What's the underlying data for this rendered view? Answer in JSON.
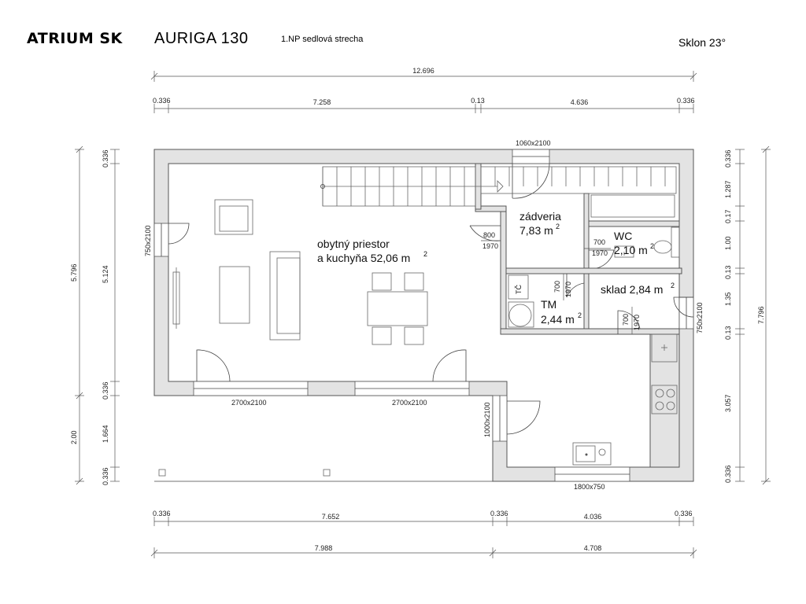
{
  "header": {
    "brand": "ATRIUM SK",
    "model": "AURIGA 130",
    "subtitle": "1.NP sedlová strecha",
    "slope": "Sklon 23°"
  },
  "rooms": {
    "living_name": "obytný priestor",
    "living_area": "a kuchyňa 52,06 m",
    "entry_name": "zádveria",
    "entry_area": "7,83 m",
    "wc_name": "WC",
    "wc_area": "2,10 m",
    "storage": "sklad 2,84 m",
    "tech_name": "TM",
    "tech_area": "2,44 m",
    "tech_label": "TČ",
    "sup": "2"
  },
  "openings": {
    "entry_window": "1060x2100",
    "left_window": "750x2100",
    "right_window": "750x2100",
    "glazing_left": "2700x2100",
    "glazing_right": "2700x2100",
    "kitchen_door": "1000x2100",
    "kitchen_window": "1800x750",
    "door_entry_w": "800",
    "door_entry_h": "1970",
    "door_wc_w": "700",
    "door_wc_h": "1970",
    "door_tm_w": "700",
    "door_tm_h": "1970",
    "door_sklad_w": "700",
    "door_sklad_h": "1970"
  },
  "dimensions": {
    "top_total": "12.696",
    "top_parts": [
      "0.336",
      "7.258",
      "0.13",
      "4.636",
      "0.336"
    ],
    "bottom_parts": [
      "0.336",
      "7.652",
      "0.336",
      "4.036",
      "0.336"
    ],
    "bottom_totals": [
      "7.988",
      "4.708"
    ],
    "left_outer": [
      "5.796",
      "2.00"
    ],
    "left_inner": [
      "0.336",
      "5.124",
      "0.336",
      "1.664",
      "0.336"
    ],
    "right_parts": [
      "0.336",
      "1.287",
      "0.17",
      "1.00",
      "0.13",
      "1.35",
      "0.13",
      "3.057",
      "0.336"
    ],
    "right_total": "7.796"
  }
}
